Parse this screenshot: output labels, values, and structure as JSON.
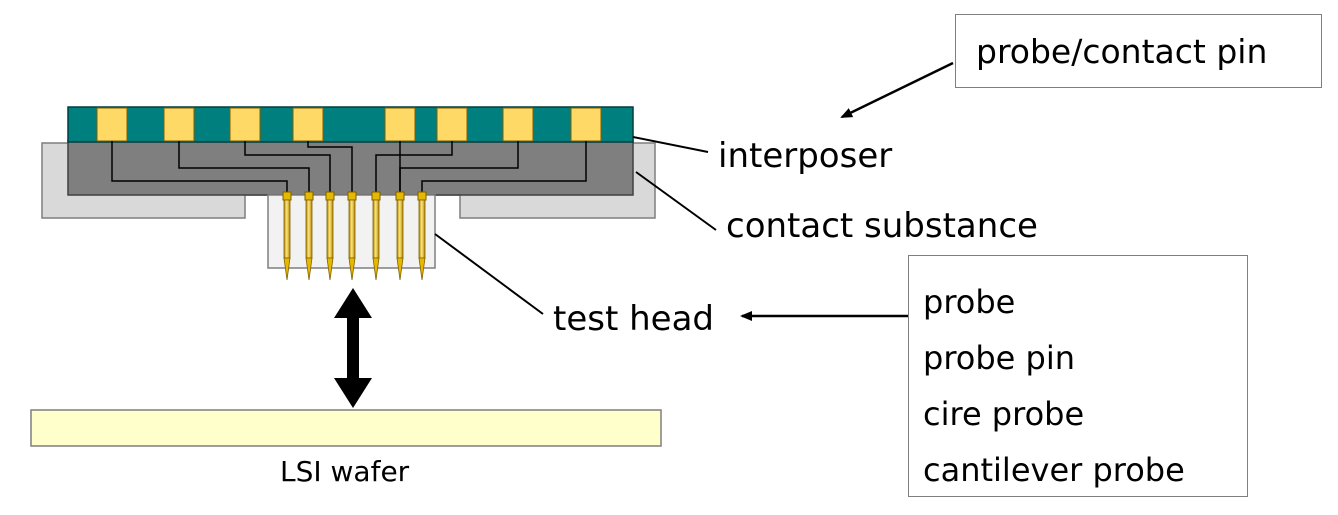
{
  "labels": {
    "probe_contact_pin": "probe/contact pin",
    "interposer": "interposer",
    "contact_substance": "contact substance",
    "test_head": "test head",
    "lsi_wafer": "LSI wafer"
  },
  "probe_types": [
    "probe",
    "probe pin",
    "cire probe",
    "cantilever probe"
  ],
  "colors": {
    "interposer": "#007f7f",
    "pads": "#ffd966",
    "contact_substance": "#7f7f7f",
    "frame": "#d9d9d9",
    "test_head": "#f2f2f2",
    "pins": "#e6b800",
    "wafer": "#ffffcc"
  }
}
